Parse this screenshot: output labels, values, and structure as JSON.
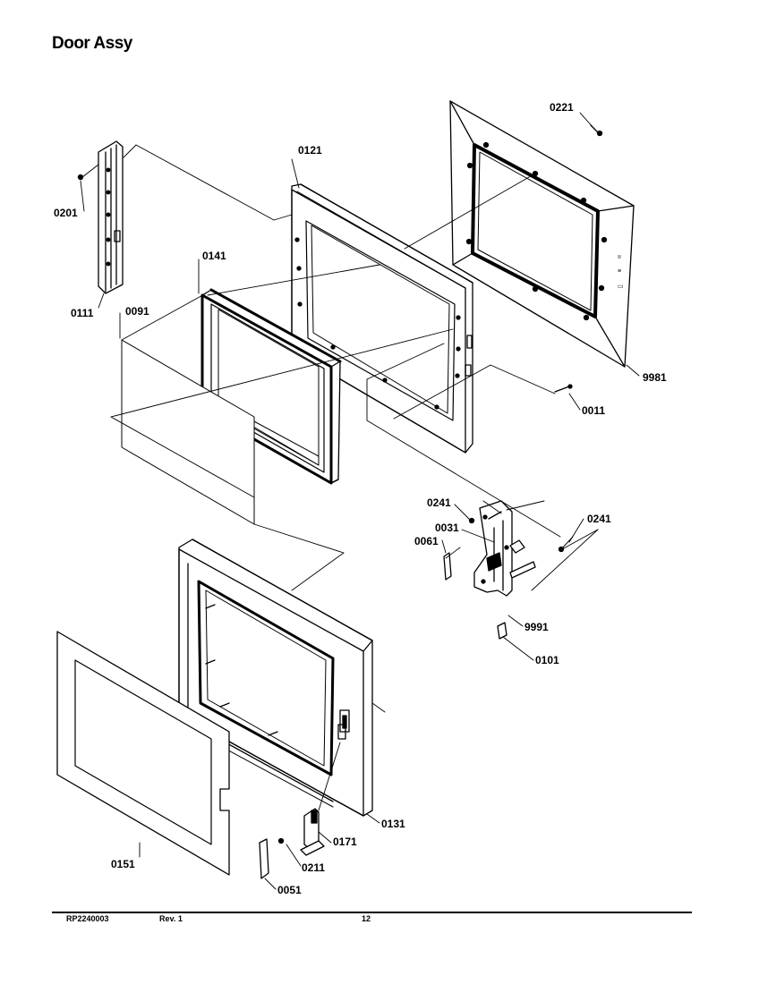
{
  "page": {
    "title": "Door Assy"
  },
  "parts": {
    "p0221": "0221",
    "p0121": "0121",
    "p0201": "0201",
    "p0141": "0141",
    "p0111": "0111",
    "p0091": "0091",
    "p9981": "9981",
    "p0011": "0011",
    "p0241a": "0241",
    "p0241b": "0241",
    "p0031": "0031",
    "p0061": "0061",
    "p9991": "9991",
    "p0101": "0101",
    "p0131": "0131",
    "p0171": "0171",
    "p0211": "0211",
    "p0151": "0151",
    "p0051": "0051"
  },
  "footer": {
    "doc_number": "RP2240003",
    "revision": "Rev. 1",
    "page_number": "12"
  }
}
